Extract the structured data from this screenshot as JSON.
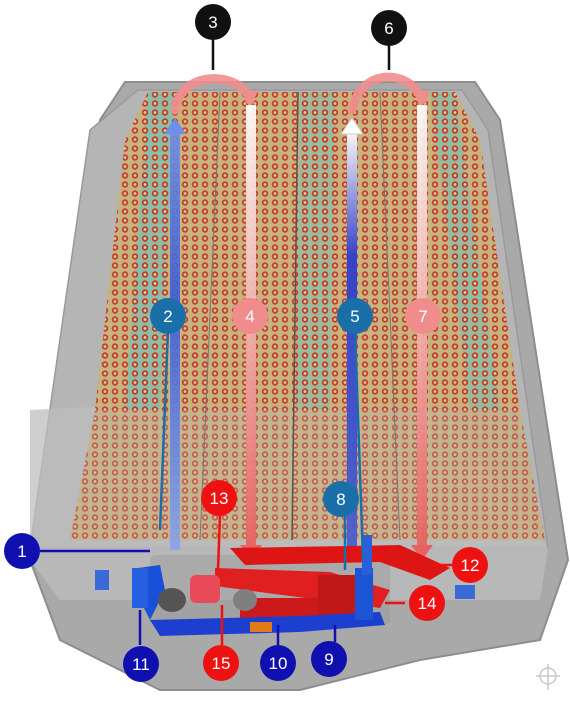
{
  "colors": {
    "background": "#ffffff",
    "tray": "#a9a9a9",
    "tray_dark": "#8d8d8d",
    "cells_warm": "#c9b27a",
    "cells_red": "#c0392b",
    "cells_teal": "#5fb3a8",
    "blue_flow": "#2b5fd9",
    "red_flow": "#e24848",
    "pink_flow": "#f2a0a0",
    "black_marker": "#111111",
    "blue_marker": "#1a6fa8",
    "pink_marker": "#f08c8c",
    "navy_marker": "#1010b0",
    "red_marker": "#ee1111",
    "marker_text": "#ffffff"
  },
  "diagram": {
    "markers": [
      {
        "label": "1",
        "style": "navy"
      },
      {
        "label": "2",
        "style": "blue"
      },
      {
        "label": "3",
        "style": "black"
      },
      {
        "label": "4",
        "style": "pink"
      },
      {
        "label": "5",
        "style": "blue"
      },
      {
        "label": "6",
        "style": "black"
      },
      {
        "label": "7",
        "style": "pink"
      },
      {
        "label": "8",
        "style": "blue"
      },
      {
        "label": "9",
        "style": "navy"
      },
      {
        "label": "10",
        "style": "navy"
      },
      {
        "label": "11",
        "style": "navy"
      },
      {
        "label": "12",
        "style": "red"
      },
      {
        "label": "13",
        "style": "red"
      },
      {
        "label": "14",
        "style": "red"
      },
      {
        "label": "15",
        "style": "red"
      }
    ]
  }
}
